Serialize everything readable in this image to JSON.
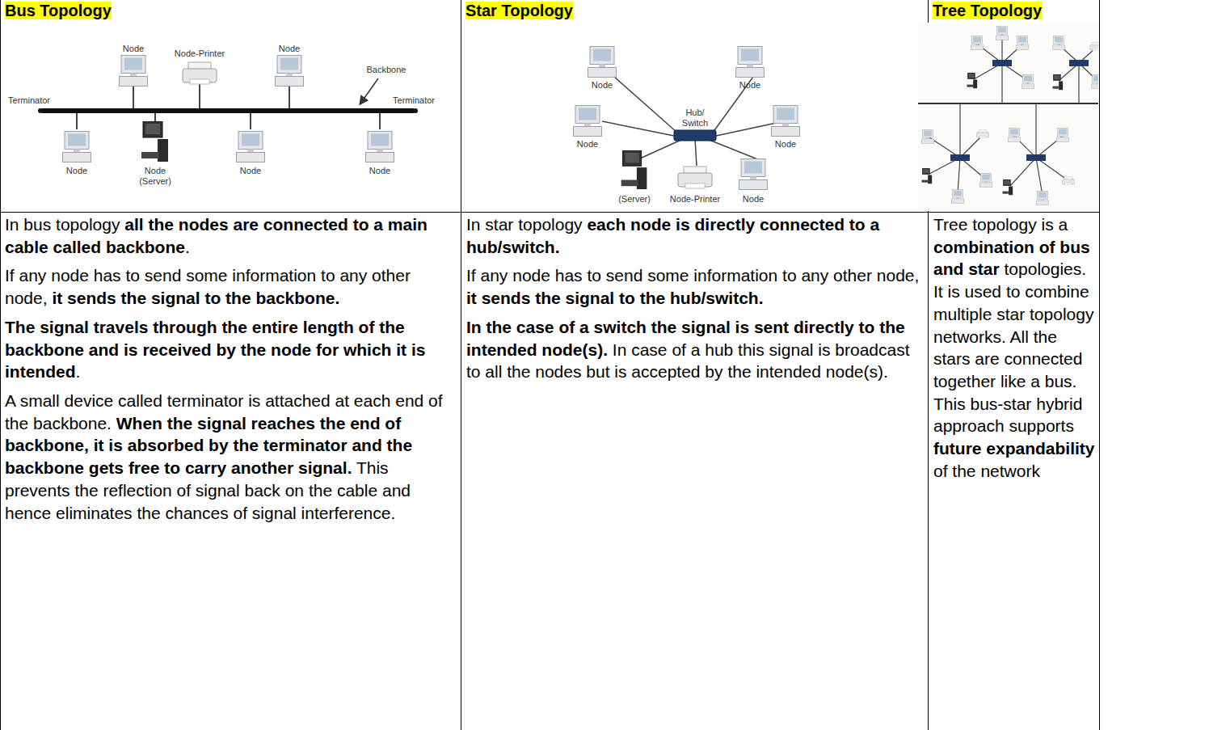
{
  "diagram": {
    "labels": [
      "Bus Topology",
      "Star Topology",
      "Tree Topology",
      "Node",
      "Node-Printer",
      "Node",
      "Backbone",
      "Terminator",
      "Terminator",
      "Node",
      "Node (Server)",
      "Node",
      "Node",
      "Node",
      "Node",
      "Hub/ Switch",
      "Node",
      "Node",
      "(Server)",
      "Node-Printer",
      "Node",
      "In bus topology ",
      "all the nodes are connected to a main cable called backbone",
      ".",
      "If any node has to send some information to any other node, ",
      "it sends the signal to the backbone.",
      "The signal travels through the entire length of the backbone and is received by the node for which it is intended",
      ".",
      "A small device called terminator is attached at each end of the backbone. ",
      "When the signal reaches the end of backbone, it is absorbed by the terminator and the backbone gets free to carry another signal.",
      " This prevents the reflection of signal back on the cable and hence eliminates the chances of signal interference.",
      "In star topology ",
      "each node is directly connected to a hub/switch.",
      "If any node has to send some information to any other node, ",
      "it sends the signal to the hub/switch.",
      "In the case of a switch the signal is sent directly to the intended node(s).",
      " In case of a hub this signal is broadcast to all the nodes but is accepted by the intended node(s).",
      "Tree topology is a ",
      "combination of bus and star",
      " topologies. It is used to combine multiple star topology networks. All the stars are connected together like a bus. This bus-star hybrid approach supports ",
      "future expandability",
      " of the network"
    ]
  }
}
